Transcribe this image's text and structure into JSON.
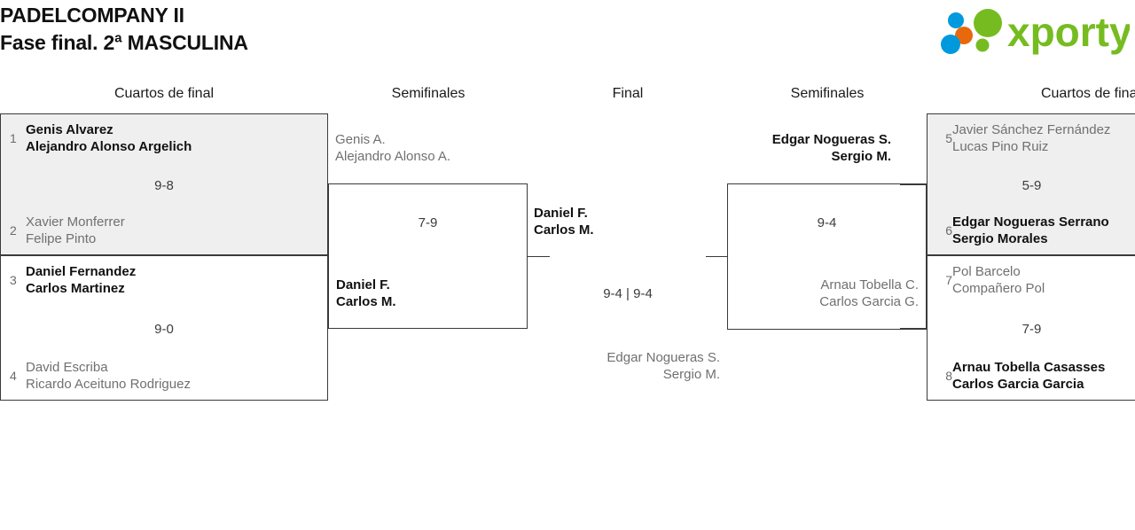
{
  "header": {
    "title_line1": "PADELCOMPANY II",
    "title_line2": "Fase final. 2ª MASCULINA",
    "logo_text": "xporty",
    "logo_colors": {
      "green": "#76bc21",
      "blue": "#0099dd",
      "orange": "#e8680c"
    }
  },
  "rounds": [
    {
      "label": "Cuartos de final"
    },
    {
      "label": "Semifinales"
    },
    {
      "label": "Final"
    },
    {
      "label": "Semifinales"
    },
    {
      "label": "Cuartos de final"
    }
  ],
  "bracket": {
    "left_quarterfinals": [
      {
        "shaded": true,
        "top": {
          "seed": "1",
          "player1": "Genis Alvarez",
          "player2": "Alejandro Alonso Argelich",
          "winner": true
        },
        "bottom": {
          "seed": "2",
          "player1": "Xavier Monferrer",
          "player2": "Felipe Pinto",
          "winner": false
        },
        "score": "9-8"
      },
      {
        "shaded": false,
        "top": {
          "seed": "3",
          "player1": "Daniel Fernandez",
          "player2": "Carlos Martinez",
          "winner": true
        },
        "bottom": {
          "seed": "4",
          "player1": "David Escriba",
          "player2": "Ricardo Aceituno Rodriguez",
          "winner": false
        },
        "score": "9-0"
      }
    ],
    "right_quarterfinals": [
      {
        "shaded": true,
        "top": {
          "seed": "5",
          "player1": "Javier Sánchez Fernández",
          "player2": "Lucas Pino Ruiz",
          "winner": false
        },
        "bottom": {
          "seed": "6",
          "player1": "Edgar Nogueras Serrano",
          "player2": "Sergio Morales",
          "winner": true
        },
        "score": "5-9"
      },
      {
        "shaded": false,
        "top": {
          "seed": "7",
          "player1": "Pol Barcelo",
          "player2": "Compañero Pol",
          "winner": false
        },
        "bottom": {
          "seed": "8",
          "player1": "Arnau Tobella Casasses",
          "player2": "Carlos Garcia Garcia",
          "winner": true
        },
        "score": "7-9"
      }
    ],
    "left_semifinal": {
      "top": {
        "player1": "Genis A.",
        "player2": "Alejandro Alonso A.",
        "winner": false
      },
      "bottom": {
        "player1": "Daniel F.",
        "player2": "Carlos M.",
        "winner": true
      },
      "score": "7-9"
    },
    "right_semifinal": {
      "top": {
        "player1": "Edgar Nogueras S.",
        "player2": "Sergio M.",
        "winner": true
      },
      "bottom": {
        "player1": "Arnau Tobella C.",
        "player2": "Carlos Garcia G.",
        "winner": false
      },
      "score": "9-4"
    },
    "final": {
      "top": {
        "player1": "Daniel F.",
        "player2": "Carlos M.",
        "winner": true
      },
      "bottom": {
        "player1": "Edgar Nogueras S.",
        "player2": "Sergio M.",
        "winner": false
      },
      "score": "9-4 | 9-4"
    }
  }
}
